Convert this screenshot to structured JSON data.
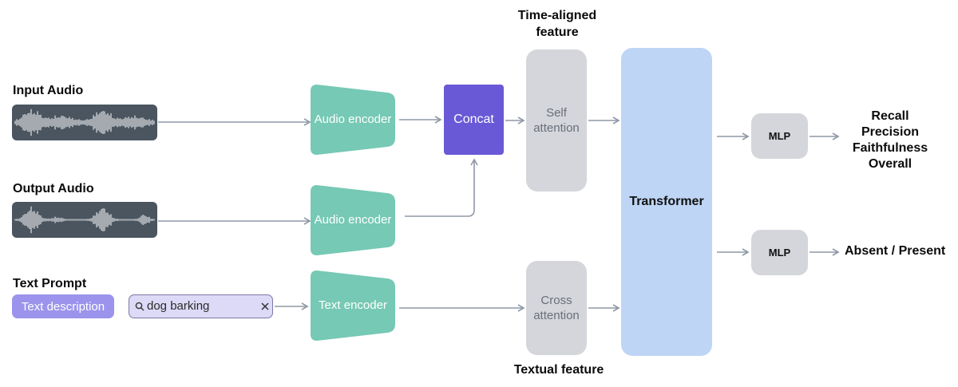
{
  "labels": {
    "input_audio": "Input Audio",
    "output_audio": "Output Audio",
    "text_prompt": "Text Prompt",
    "time_aligned_feature": "Time-aligned feature",
    "textual_feature": "Textual feature"
  },
  "prompt": {
    "chip": "Text description",
    "search_value": "dog barking",
    "search_icon": "search-icon",
    "clear_icon": "close-icon"
  },
  "blocks": {
    "audio_encoder_1": "Audio encoder",
    "audio_encoder_2": "Audio encoder",
    "text_encoder": "Text encoder",
    "concat": "Concat",
    "self_attention": "Self attention",
    "cross_attention": "Cross attention",
    "transformer": "Transformer",
    "mlp_1": "MLP",
    "mlp_2": "MLP"
  },
  "outputs": {
    "metrics": [
      "Recall",
      "Precision",
      "Faithfulness",
      "Overall"
    ],
    "presence": "Absent / Present"
  },
  "colors": {
    "encoder": "#76c9b4",
    "concat": "#6a59d6",
    "transformer": "#bed5f5",
    "gray_block": "#d4d6db",
    "chip": "#9b93ec",
    "search_bg": "#dcdaf6",
    "wave_bg": "#4a5560",
    "arrow": "#8f98a5"
  }
}
